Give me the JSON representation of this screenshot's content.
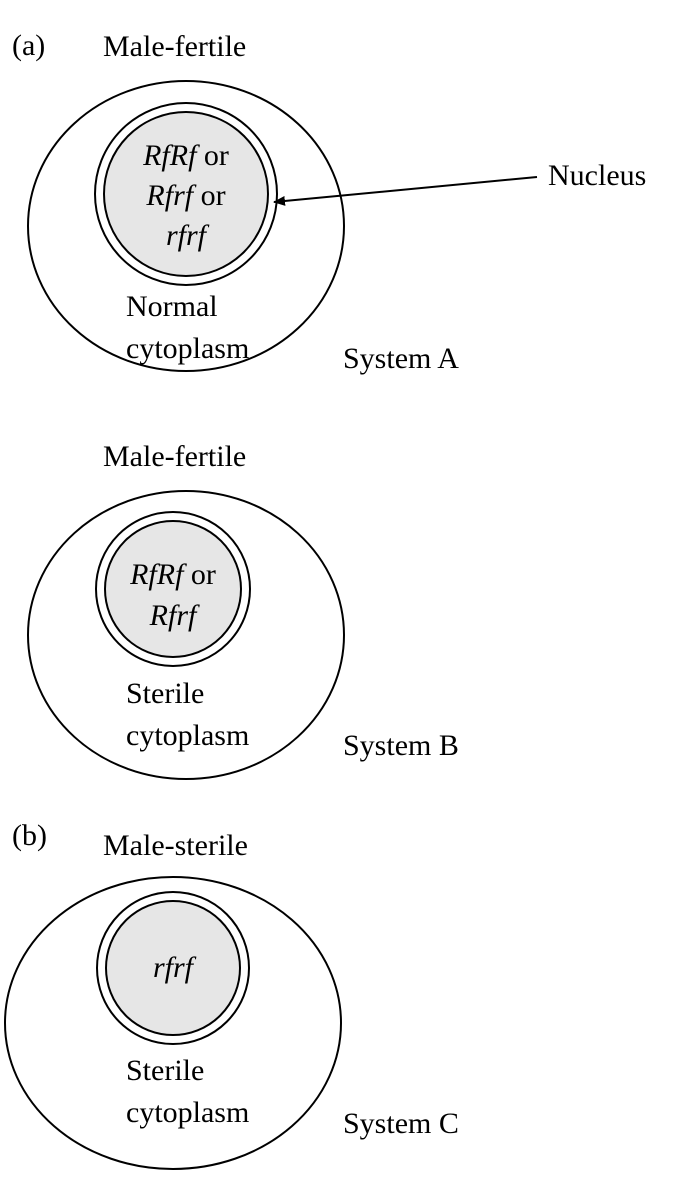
{
  "panel_a": {
    "label": "(a)",
    "system_a": {
      "phenotype": "Male-fertile",
      "nucleus_line1_genotype": "RfRf",
      "nucleus_line1_connector": " or",
      "nucleus_line2_genotype": "Rfrf",
      "nucleus_line2_connector": " or",
      "nucleus_line3_genotype": "rfrf",
      "cytoplasm_line1": "Normal",
      "cytoplasm_line2": "cytoplasm",
      "system_label": "System A",
      "pointer_label": "Nucleus"
    },
    "system_b": {
      "phenotype": "Male-fertile",
      "nucleus_line1_genotype": "RfRf",
      "nucleus_line1_connector": " or",
      "nucleus_line2_genotype": "Rfrf",
      "cytoplasm_line1": "Sterile",
      "cytoplasm_line2": "cytoplasm",
      "system_label": "System B"
    }
  },
  "panel_b": {
    "label": "(b)",
    "system_c": {
      "phenotype": "Male-sterile",
      "nucleus_line1_genotype": "rfrf",
      "cytoplasm_line1": "Sterile",
      "cytoplasm_line2": "cytoplasm",
      "system_label": "System C"
    }
  },
  "colors": {
    "nucleus_fill": "#e6e6e6",
    "stroke": "#000000",
    "background": "#ffffff"
  }
}
